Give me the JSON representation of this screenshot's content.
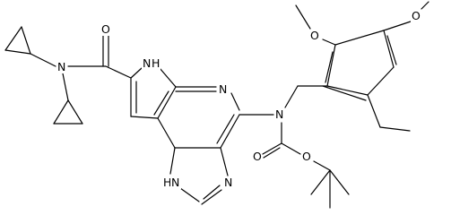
{
  "structure": {
    "atom_labels": [
      {
        "id": "o-amide",
        "text": "O"
      },
      {
        "id": "n-amide",
        "text": "N"
      },
      {
        "id": "nh-pyrrole",
        "text": "N"
      },
      {
        "id": "h-pyrrole",
        "text": "H"
      },
      {
        "id": "n-pyridine",
        "text": "N"
      },
      {
        "id": "n-carbamate",
        "text": "N"
      },
      {
        "id": "n-imidazole",
        "text": "N"
      },
      {
        "id": "nh-imidazole",
        "text": "N"
      },
      {
        "id": "h-imidazole",
        "text": "H"
      },
      {
        "id": "o-carbonyl",
        "text": "O"
      },
      {
        "id": "o-ester",
        "text": "O"
      },
      {
        "id": "o-methoxy-top",
        "text": "O"
      },
      {
        "id": "o-methoxy-right",
        "text": "O"
      }
    ]
  }
}
